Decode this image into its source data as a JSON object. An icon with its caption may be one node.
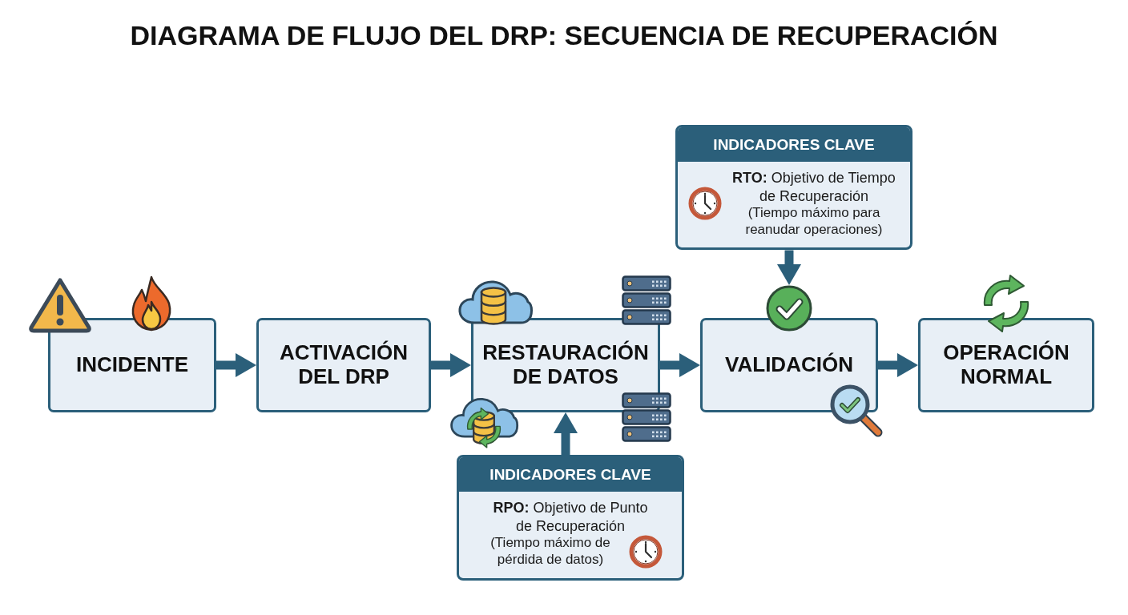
{
  "diagram": {
    "title": "DIAGRAMA DE FLUJO DEL DRP: SECUENCIA DE RECUPERACIÓN",
    "nodes": [
      {
        "text": [
          "INCIDENTE"
        ]
      },
      {
        "text": [
          "ACTIVACIÓN DEL DRP"
        ]
      },
      {
        "text": [
          "RESTAURACIÓN DE DATOS"
        ]
      },
      {
        "text": [
          "VALIDACIÓN"
        ]
      },
      {
        "text": [
          "OPERACIÓN NORMAL"
        ]
      },
      {
        "text": [
          "INDICADORES CLAVE",
          "**RTO:** Objetivo de Tiempo de Recuperación",
          "(Tiempo máximo para reanudar operaciones)"
        ]
      },
      {
        "text": [
          "INDICADORES CLAVE",
          "**RPO:** Objetivo de Punto de Recuperación",
          "(Tiempo máximo de pérdida de datos)"
        ]
      }
    ],
    "edges": [
      {
        "from": 0,
        "to": 1,
        "arrow": "to"
      },
      {
        "from": 1,
        "to": 2,
        "arrow": "to"
      },
      {
        "from": 2,
        "to": 3,
        "arrow": "to"
      },
      {
        "from": 3,
        "to": 4,
        "arrow": "to"
      },
      {
        "from": 5,
        "to": 3,
        "arrow": "to"
      },
      {
        "from": 6,
        "to": 2,
        "arrow": "to"
      }
    ]
  }
}
